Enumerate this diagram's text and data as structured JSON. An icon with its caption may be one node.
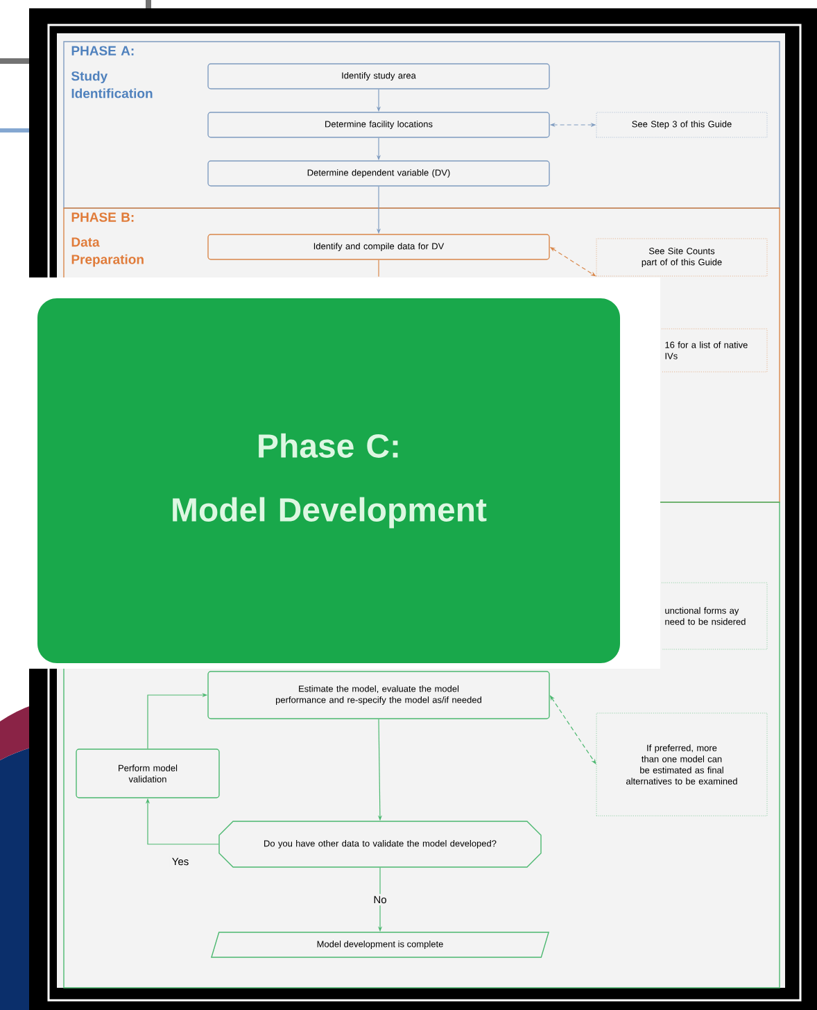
{
  "diagram": {
    "nodes": [
      {
        "text": [
          "PHASE A:",
          "Study Identification"
        ]
      },
      {
        "text": [
          "Identify study area"
        ],
        "in": 0
      },
      {
        "text": [
          "Determine facility locations"
        ],
        "in": 0
      },
      {
        "text": [
          "Determine dependent variable (DV)"
        ],
        "in": 0
      },
      {
        "text": [
          "See Step 3 of this Guide"
        ],
        "in": 0
      },
      {
        "text": [
          "PHASE B:",
          "Data Preparation"
        ]
      },
      {
        "text": [
          "Identify and compile data for DV"
        ],
        "in": 5
      },
      {
        "text": [
          "See Site Counts part of of this Guide"
        ],
        "in": 5
      },
      {
        "text": [
          "16 for a list of native IVs"
        ],
        "in": 5
      },
      {
        "text": [],
        "shape": "box"
      },
      {
        "text": [
          "unctional forms ay need to be nsidered"
        ],
        "in": 9
      },
      {
        "text": [
          "Estimate the model, evaluate the model performance and re-specify the model as/if needed"
        ],
        "in": 9
      },
      {
        "text": [
          "If preferred, more than one model can be estimated as final alternatives to be examined"
        ],
        "in": 9
      },
      {
        "text": [
          "Perform model validation"
        ],
        "in": 9
      },
      {
        "text": [
          "Do you have other data to validate the model developed?"
        ],
        "in": 9
      },
      {
        "text": [
          "Model development is complete"
        ],
        "in": 9
      }
    ],
    "labels": [
      "Phase C:",
      "Model Development"
    ],
    "edges": [
      {
        "from": 1,
        "to": 2,
        "arrow": "to",
        "color": "#7f9cc0"
      },
      {
        "from": 2,
        "to": 3,
        "arrow": "to",
        "color": "#7f9cc0"
      },
      {
        "from": 2,
        "to": 4,
        "arrow": "both",
        "style": "dashed",
        "color": "#7f9cc0"
      },
      {
        "from": 3,
        "to": 6,
        "arrow": "to",
        "color": "#7f9cc0"
      },
      {
        "from": 6,
        "to": 7,
        "arrow": "both",
        "style": "dashed",
        "color": "#d9874a"
      },
      {
        "from": 6,
        "to": null,
        "arrow": "none",
        "color": "#d9874a"
      },
      {
        "from": 11,
        "to": 12,
        "arrow": "both",
        "style": "dashed"
      },
      {
        "from": 11,
        "to": 14,
        "arrow": "to"
      },
      {
        "from": 14,
        "to": 13,
        "arrow": "to",
        "label": "Yes"
      },
      {
        "from": 13,
        "to": 11,
        "arrow": "to"
      },
      {
        "from": 14,
        "to": 15,
        "arrow": "to",
        "label": "No"
      }
    ]
  }
}
